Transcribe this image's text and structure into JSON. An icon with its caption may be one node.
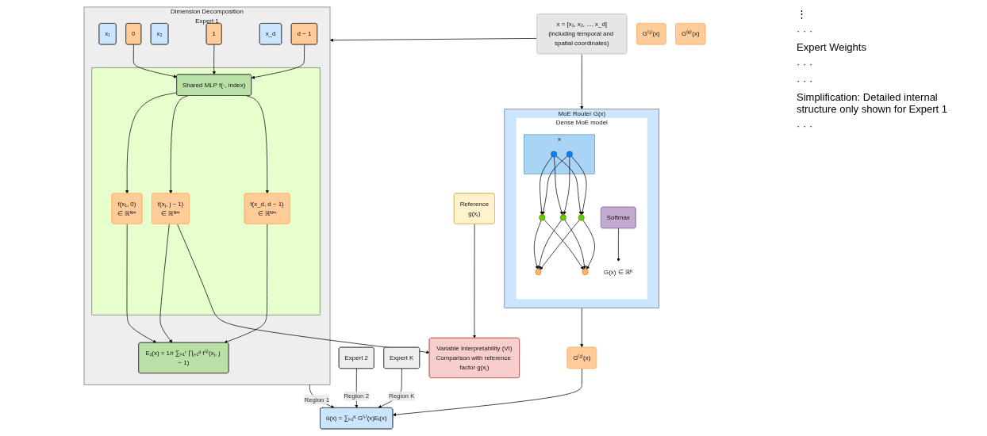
{
  "diagram": {
    "nodes": [
      {
        "text": [
          "x = [x₁, x₂, ..., x_d]",
          "(including temporal and spatial coordinates)"
        ]
      },
      {
        "text": [
          "MoE Router G(x)"
        ]
      },
      {
        "text": [
          "Dense MoE model"
        ],
        "in": 1
      },
      {
        "text": [
          "x"
        ],
        "in": 2
      },
      {
        "text": [],
        "shape": "circle",
        "in": 3
      },
      {
        "text": [],
        "shape": "circle",
        "in": 3
      },
      {
        "text": [],
        "shape": "circle",
        "in": 2
      },
      {
        "text": [],
        "shape": "circle",
        "in": 2
      },
      {
        "text": [],
        "shape": "circle",
        "in": 2
      },
      {
        "text": [],
        "shape": "circle",
        "in": 2
      },
      {
        "text": [],
        "shape": "circle",
        "in": 2
      },
      {
        "text": [
          "Softmax"
        ],
        "in": 2
      },
      {
        "text": [
          "G(x) ∈ ℝᴷ"
        ],
        "in": 2
      },
      {
        "text": [
          "G⁽¹⁾(x)"
        ]
      },
      {
        "text": [
          "G⁽²⁾(x)"
        ]
      },
      {
        "text": [
          "G⁽ᴷ⁾(x)"
        ]
      },
      {
        "text": [
          "Dimension Decomposition",
          "Expert 1"
        ]
      },
      {
        "text": [
          "x₁"
        ],
        "in": 16
      },
      {
        "text": [
          "0"
        ],
        "in": 16
      },
      {
        "text": [
          "x₂"
        ],
        "in": 16
      },
      {
        "text": [
          "1"
        ],
        "in": 16
      },
      {
        "text": [
          "x_d"
        ],
        "in": 16
      },
      {
        "text": [
          "d − 1"
        ],
        "in": 16
      },
      {
        "text": [],
        "shape": "box",
        "in": 16
      },
      {
        "text": [
          "Shared MLP f(·, index)"
        ],
        "in": 23
      },
      {
        "text": [
          "f(x₁, 0)",
          "∈ ℝᴺ˟ʳ"
        ],
        "in": 23
      },
      {
        "text": [
          "f(xⱼ, j − 1)",
          "∈ ℝᴺ˟ʳ"
        ],
        "in": 23
      },
      {
        "text": [
          "f(x_d, d − 1)",
          "∈ ℝᴺ˟ʳ"
        ],
        "in": 23
      },
      {
        "text": [
          "E₁(x) = 1/r ∑ᵢ₌₁ʳ ∏ⱼ₌₁ᵈ f⁽ⁱ⁾(xⱼ, j − 1)"
        ],
        "in": 16
      },
      {
        "text": [
          "Reference",
          "g(xⱼ)"
        ]
      },
      {
        "text": [
          "Variable Interpretability (VI)",
          "Comparison with reference factor g(xⱼ)"
        ]
      },
      {
        "text": [
          "Expert 2"
        ]
      },
      {
        "text": [
          "Expert K"
        ]
      },
      {
        "text": [
          "û(x) = ∑ᵢ₌₁ᴷ G⁽ⁱ⁾(x)Eᵢ(x)"
        ]
      }
    ],
    "edges": [
      {
        "from": 0,
        "to": 1,
        "arrow": "to"
      },
      {
        "from": 0,
        "to": 16,
        "arrow": "to"
      },
      {
        "from": 4,
        "to": 6,
        "arrow": "to"
      },
      {
        "from": 4,
        "to": 7,
        "arrow": "to"
      },
      {
        "from": 4,
        "to": 8,
        "arrow": "to"
      },
      {
        "from": 5,
        "to": 6,
        "arrow": "to"
      },
      {
        "from": 5,
        "to": 7,
        "arrow": "to"
      },
      {
        "from": 5,
        "to": 8,
        "arrow": "to"
      },
      {
        "from": 6,
        "to": 9,
        "arrow": "to"
      },
      {
        "from": 6,
        "to": 10,
        "arrow": "to"
      },
      {
        "from": 7,
        "to": 9,
        "arrow": "to"
      },
      {
        "from": 7,
        "to": 10,
        "arrow": "to"
      },
      {
        "from": 8,
        "to": 9,
        "arrow": "to"
      },
      {
        "from": 8,
        "to": 10,
        "arrow": "to"
      },
      {
        "from": 11,
        "to": 12,
        "arrow": "to"
      },
      {
        "from": 1,
        "to": 14,
        "arrow": "to"
      },
      {
        "from": 14,
        "to": 33,
        "arrow": "to"
      },
      {
        "from": 18,
        "to": 24,
        "arrow": "to"
      },
      {
        "from": 20,
        "to": 24,
        "arrow": "to"
      },
      {
        "from": 22,
        "to": 24,
        "arrow": "to"
      },
      {
        "from": 24,
        "to": 25,
        "arrow": "to"
      },
      {
        "from": 24,
        "to": 26,
        "arrow": "to"
      },
      {
        "from": 24,
        "to": 27,
        "arrow": "to"
      },
      {
        "from": 25,
        "to": 28,
        "arrow": "to"
      },
      {
        "from": 26,
        "to": 28,
        "arrow": "to"
      },
      {
        "from": 27,
        "to": 28,
        "arrow": "to"
      },
      {
        "from": 29,
        "to": 30,
        "arrow": "to"
      },
      {
        "from": 26,
        "to": 30,
        "arrow": "to"
      },
      {
        "from": 16,
        "to": 33,
        "label": "Region 1",
        "arrow": "to"
      },
      {
        "from": 31,
        "to": 33,
        "label": "Region 2",
        "arrow": "to"
      },
      {
        "from": 32,
        "to": 33,
        "label": "Region K",
        "arrow": "to"
      }
    ],
    "labels": [
      "⋮",
      "· · ·",
      "Expert Weights",
      "· · ·",
      "· · ·",
      "Simplification:  Detailed internal structure only shown for Expert 1",
      "· · ·"
    ]
  }
}
